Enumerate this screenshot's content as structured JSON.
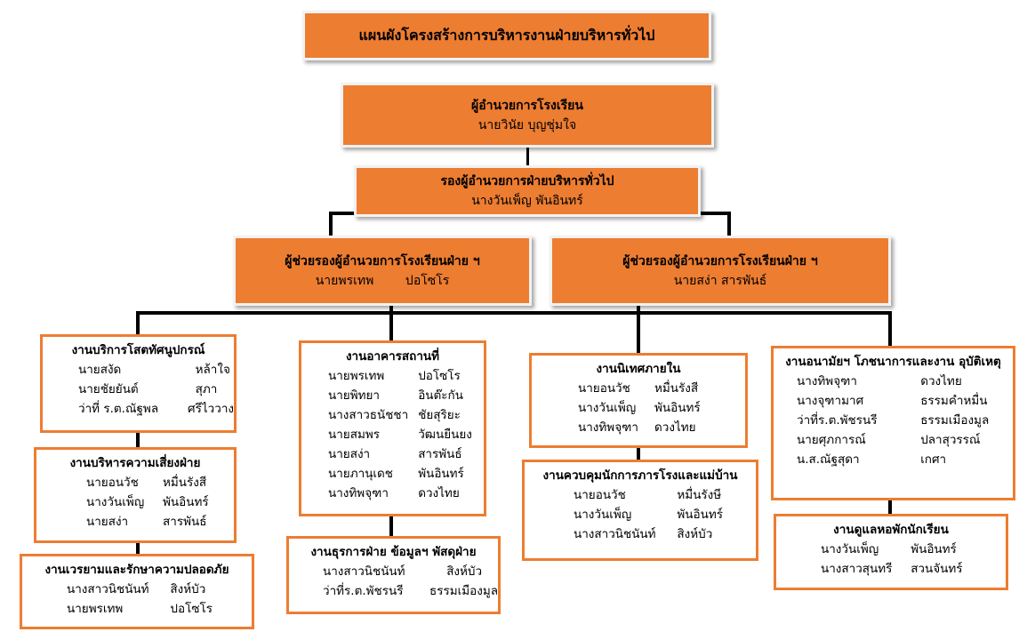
{
  "title": "แผนผังโครงสร้างการบริหารงานฝ่ายบริหารทั่วไป",
  "director": {
    "role": "ผู้อำนวยการโรงเรียน",
    "name": "นายวินัย บุญชุ่มใจ"
  },
  "deputy": {
    "role": "รองผู้อำนวยการฝ่ายบริหารทั่วไป",
    "name": "นางวันเพ็ญ  พันอินทร์"
  },
  "assistants": [
    {
      "role": "ผู้ช่วยรองผู้อำนวยการโรงเรียนฝ่าย ฯ",
      "name": "นายพรเทพ        ปอโซโร"
    },
    {
      "role": "ผู้ช่วยรองผู้อำนวยการโรงเรียนฝ่าย ฯ",
      "name": "นายสง่า สารพันธ์"
    }
  ],
  "units": [
    {
      "title": "งานบริการโสตทัศนูปกรณ์",
      "members": [
        [
          "นายสงัด",
          "หล้าใจ"
        ],
        [
          "นายชัยยันต์",
          "สุภา"
        ],
        [
          "ว่าที่ ร.ต.ณัฐพล",
          "ศรีไววาง"
        ]
      ]
    },
    {
      "title": "งานบริหารความเสี่ยงฝ่าย",
      "members": [
        [
          "นายอนวัช",
          "หมื่นรังสี"
        ],
        [
          "นางวันเพ็ญ",
          "พันอินทร์"
        ],
        [
          "นายสง่า",
          "สารพันธ์"
        ]
      ]
    },
    {
      "title": "งานเวรยามและรักษาความปลอดภัย",
      "members": [
        [
          "นางสาวนิชนันท์",
          "สิงห์บัว"
        ],
        [
          "นายพรเทพ",
          "ปอโซโร"
        ]
      ]
    },
    {
      "title": "งานอาคารสถานที่",
      "members": [
        [
          "นายพรเทพ",
          "ปอโซโร"
        ],
        [
          "นายพิทยา",
          "อินต๊ะกัน"
        ],
        [
          "นางสาวธนัชชา",
          "ชัยสุริยะ"
        ],
        [
          "นายสมพร",
          "วัฒนยืนยง"
        ],
        [
          "นายสง่า",
          "สารพันธ์"
        ],
        [
          "นายภานุเดช",
          "พันอินทร์"
        ],
        [
          "นางทิพจุฑา",
          "ดวงไทย"
        ]
      ]
    },
    {
      "title": "งานธุรการฝ่าย ข้อมูลฯ พัสดุฝ่าย",
      "members": [
        [
          "นางสาวนิชนันท์",
          "สิงห์บัว"
        ],
        [
          "ว่าที่ร.ต.พัชรนรี",
          "ธรรมเมืองมูล"
        ]
      ]
    },
    {
      "title": "งานนิเทศภายใน",
      "members": [
        [
          "นายอนวัช",
          "หมื่นรังสี"
        ],
        [
          "นางวันเพ็ญ",
          "พันอินทร์"
        ],
        [
          "นางทิพจุฑา",
          "ดวงไทย"
        ]
      ]
    },
    {
      "title": "งานควบคุมนักการภารโรงและแม่บ้าน",
      "members": [
        [
          "นายอนวัช",
          "หมื่นรังษี"
        ],
        [
          "นางวันเพ็ญ",
          "พันอินทร์"
        ],
        [
          "นางสาวนิชนันท์",
          "สิงห์บัว"
        ]
      ]
    },
    {
      "title": "งานอนามัยฯ โภชนาการและงาน อุบัติเหตุ",
      "members": [
        [
          "นางทิพจุฑา",
          "ดวงไทย"
        ],
        [
          "นางจุฑามาศ",
          "ธรรมคำหมื่น"
        ],
        [
          "ว่าที่ร.ต.พัชรนรี",
          "ธรรมเมืองมูล"
        ],
        [
          "นายศุภการณ์",
          "ปลาสุวรรณ์"
        ],
        [
          "น.ส.ณัฐสุดา",
          "เกศา"
        ]
      ]
    },
    {
      "title": "งานดูแลหอพักนักเรียน",
      "members": [
        [
          "นางวันเพ็ญ",
          "พันอินทร์"
        ],
        [
          "นางสาวสุนทรี",
          "สวนจันทร์"
        ]
      ]
    }
  ]
}
